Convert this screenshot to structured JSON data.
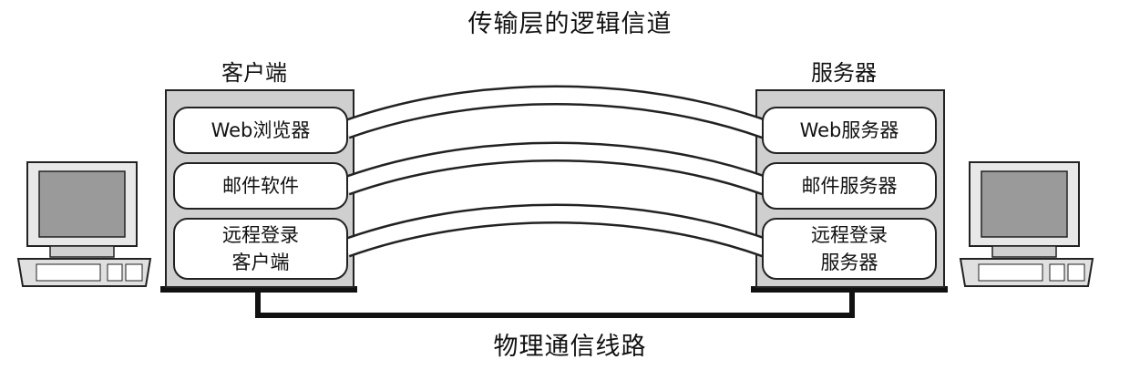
{
  "title": "传输层的逻辑信道",
  "client": {
    "label": "客户端",
    "apps": [
      "Web浏览器",
      "邮件软件",
      "远程登录\n客户端"
    ]
  },
  "server": {
    "label": "服务器",
    "apps": [
      "Web服务器",
      "邮件服务器",
      "远程登录\n服务器"
    ]
  },
  "physical_link_label": "物理通信线路"
}
